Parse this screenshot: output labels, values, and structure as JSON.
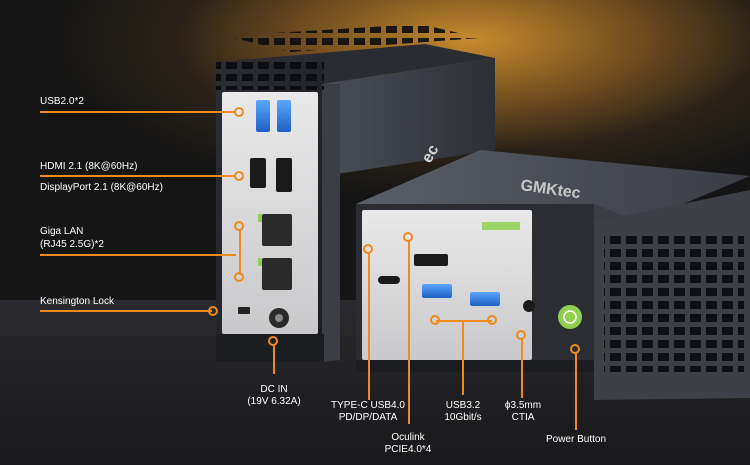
{
  "labels": {
    "usb2": "USB2.0*2",
    "hdmi": "HDMI 2.1 (8K@60Hz)",
    "displayport": "DisplayPort 2.1 (8K@60Hz)",
    "lan_title": "Giga LAN",
    "lan_spec": "(RJ45 2.5G)*2",
    "kensington": "Kensington Lock",
    "dcin_title": "DC IN",
    "dcin_spec": "(19V 6.32A)",
    "typec_title": "TYPE-C USB4.0",
    "typec_spec": "PD/DP/DATA",
    "oculink_title": "Oculink",
    "oculink_spec": "PCIE4.0*4",
    "usb32_title": "USB3.2",
    "usb32_spec": "10Gbit/s",
    "audio_title": "ϕ3.5mm",
    "audio_spec": "CTIA",
    "power": "Power Button"
  },
  "device": {
    "brand_text": "GMKtec",
    "brand_fragment": "ec",
    "accent_color": "#f08a1c",
    "power_led_color": "#8fd14f"
  }
}
